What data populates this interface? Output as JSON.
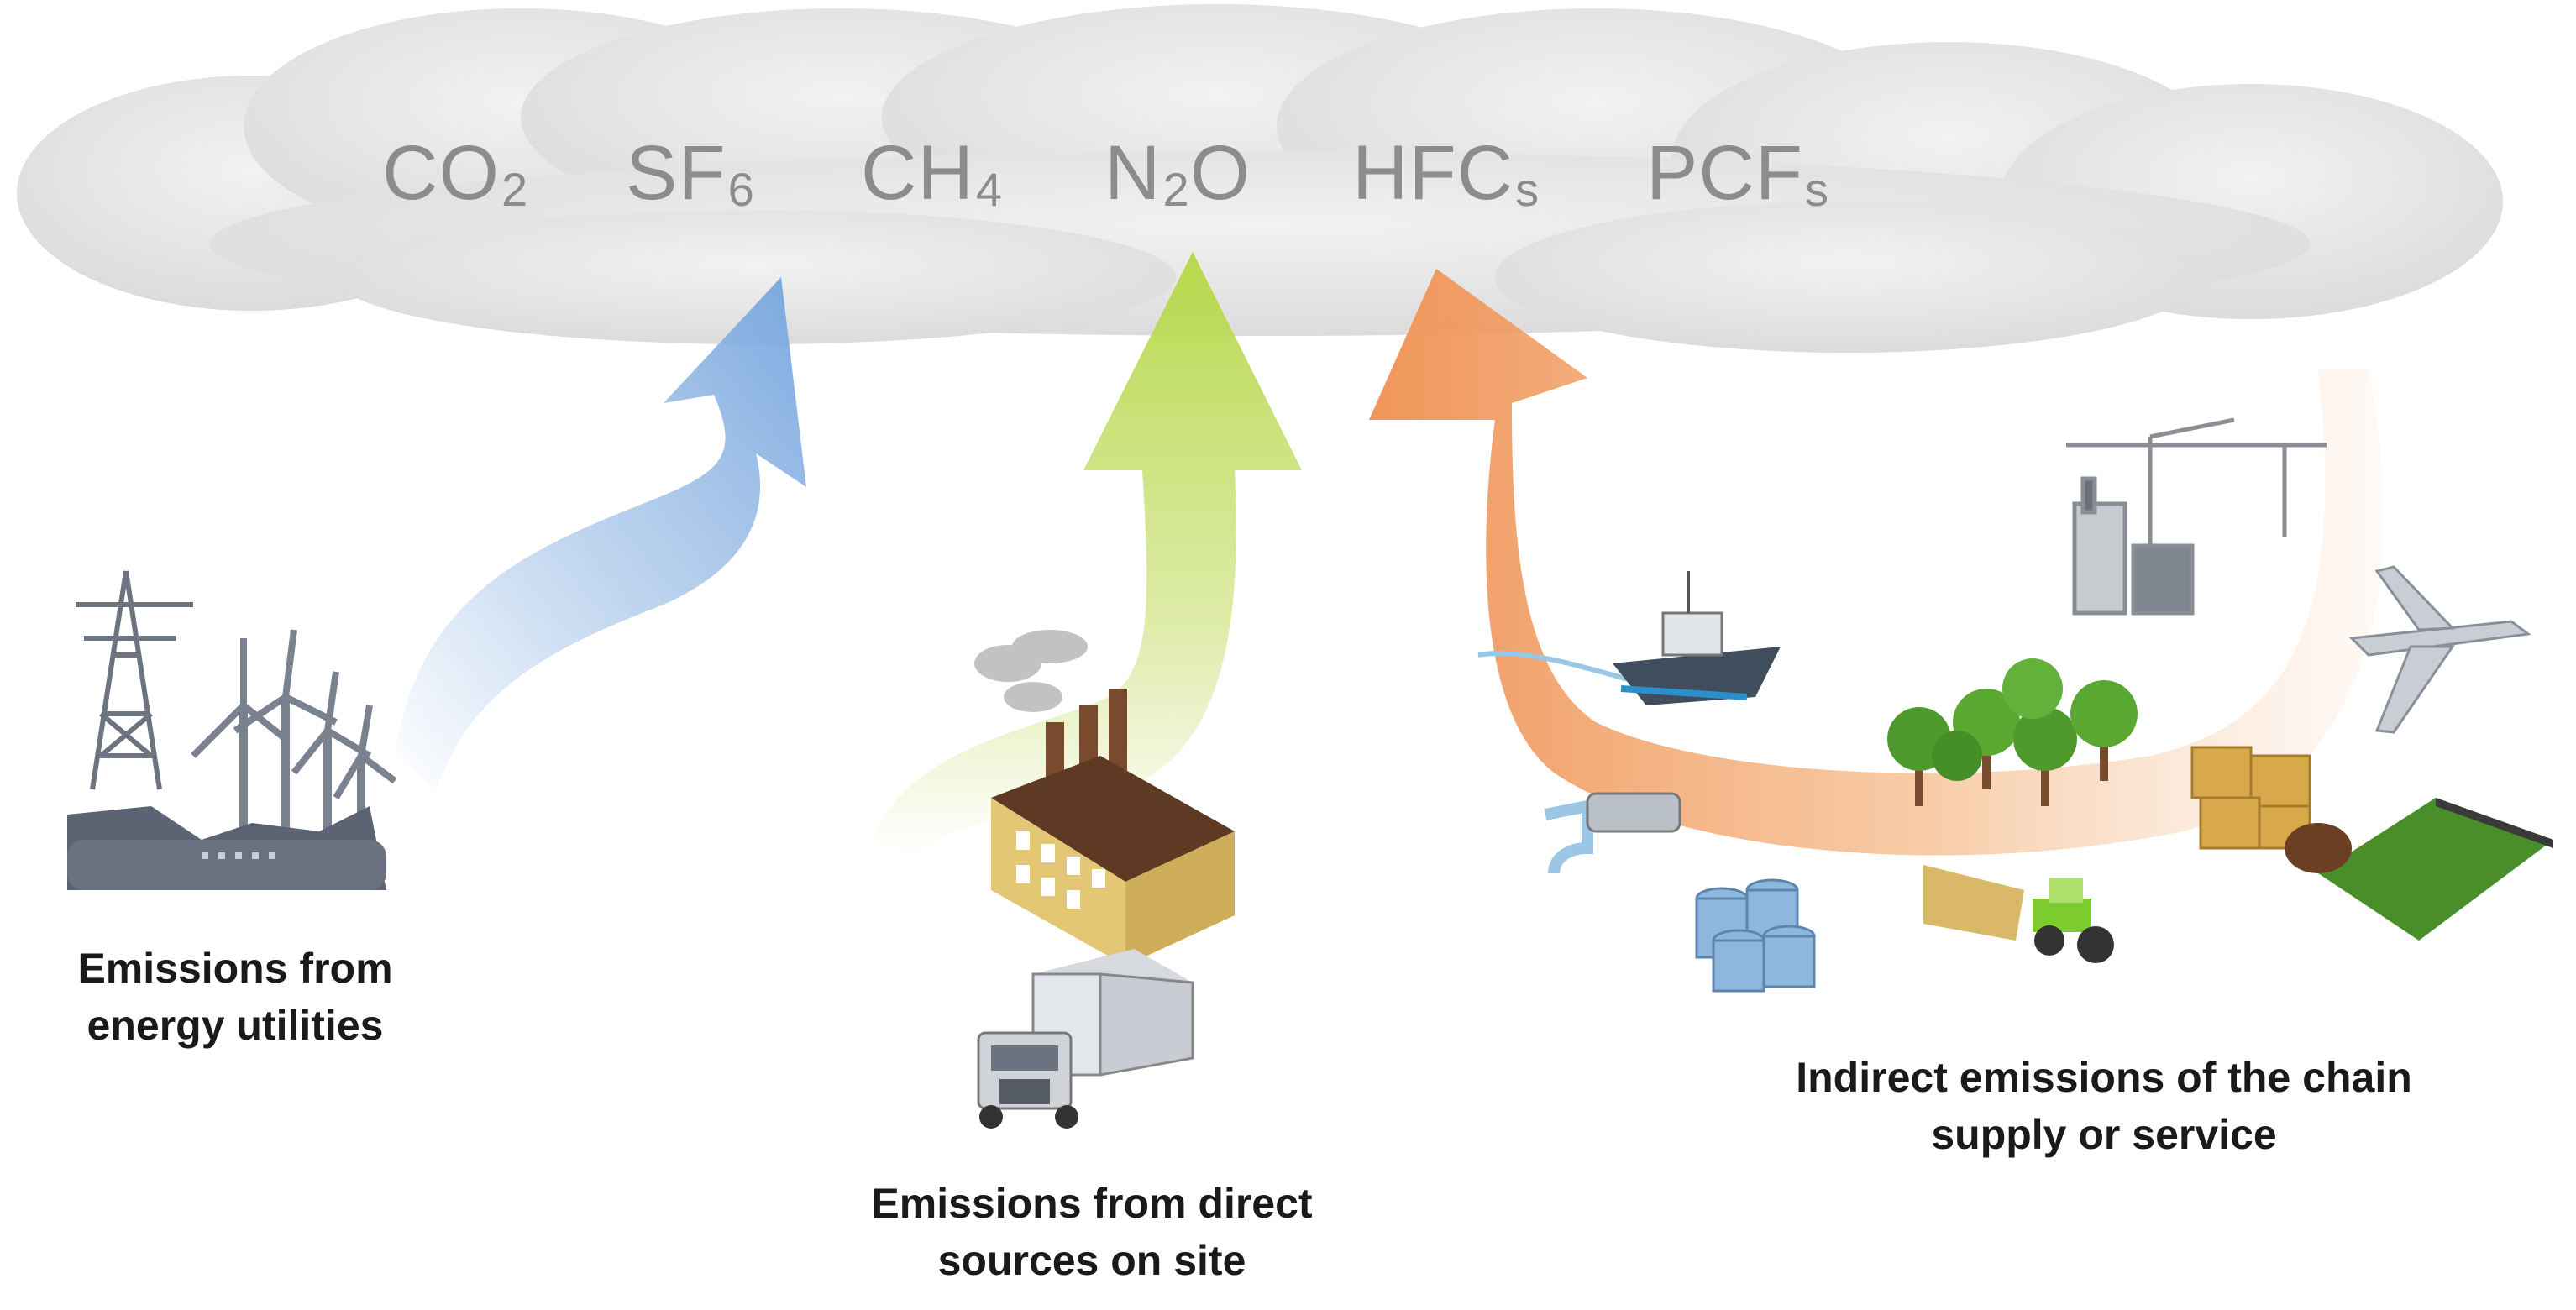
{
  "gases": [
    {
      "base": "CO",
      "sub": "2"
    },
    {
      "base": "SF",
      "sub": "6"
    },
    {
      "base": "CH",
      "sub": "4"
    },
    {
      "base": "N",
      "sub": "2",
      "tail": "O"
    },
    {
      "base": "HFC",
      "sub": "s"
    },
    {
      "base": "PCF",
      "sub": "s"
    }
  ],
  "captions": {
    "energy": {
      "line1": "Emissions from",
      "line2": "energy utilities"
    },
    "direct": {
      "line1": "Emissions from direct",
      "line2": "sources on site"
    },
    "indirect": {
      "line1": "Indirect emissions of the chain",
      "line2": "supply or service"
    }
  },
  "colors": {
    "cloud": "#e9e9e9",
    "gas_text": "#8c8c8c",
    "arrow_energy": "#8fb6e3",
    "arrow_direct": "#c6dd6a",
    "arrow_indirect": "#f3a96c"
  },
  "icons": [
    "power-line-tower-icon",
    "wind-turbine-icon",
    "power-plant-icon",
    "factory-icon",
    "truck-icon",
    "ship-icon",
    "pipe-icon",
    "barrels-icon",
    "crane-icon",
    "trees-icon",
    "tractor-icon",
    "wheat-field-icon",
    "airplane-icon",
    "boxes-icon",
    "field-icon"
  ]
}
